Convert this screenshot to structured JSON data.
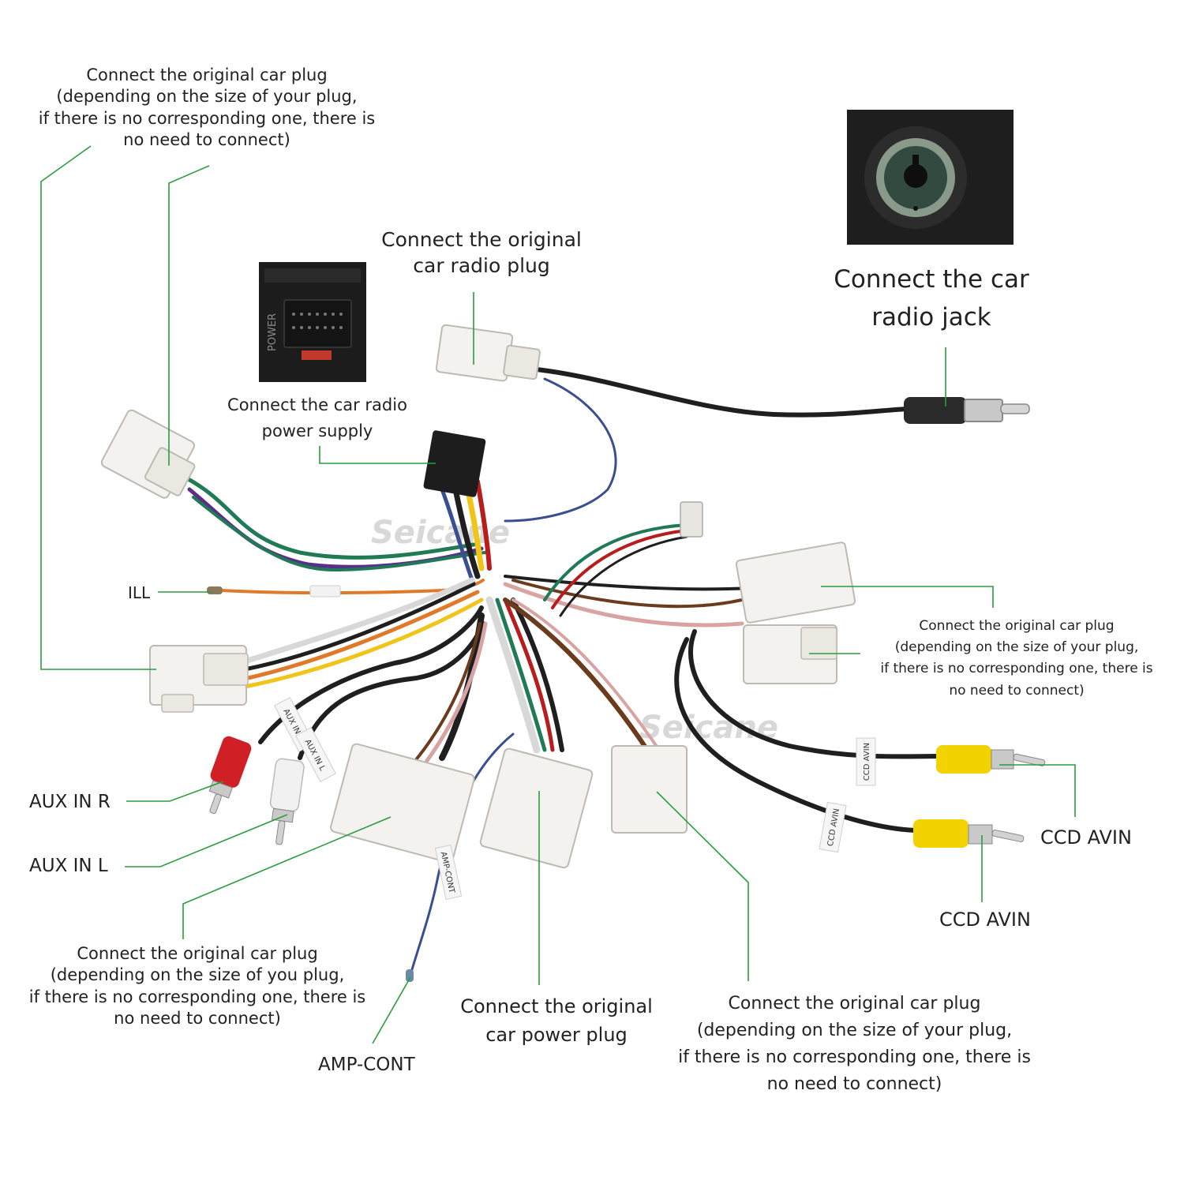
{
  "title": "",
  "watermark": "Seicane",
  "labels": {
    "top_left_plug": [
      "Connect the original car plug",
      "(depending on the size of your plug,",
      "if there is no corresponding one, there is",
      "no need to connect)"
    ],
    "radio_plug": [
      "Connect the original",
      "car radio plug"
    ],
    "radio_jack": [
      "Connect the car",
      "radio jack"
    ],
    "power_supply": [
      "Connect the car radio",
      "power supply"
    ],
    "ill": "ILL",
    "right_plug": [
      "Connect the original car plug",
      "(depending on the size of your plug,",
      "if there is no corresponding one, there is",
      "no need to connect)"
    ],
    "aux_r": "AUX IN R",
    "aux_l": "AUX IN L",
    "ccd_1": "CCD AVIN",
    "ccd_2": "CCD AVIN",
    "bottom_left_plug": [
      "Connect the original car plug",
      "(depending on the size of you plug,",
      "if there is no corresponding one, there is",
      "no need to connect)"
    ],
    "amp": "AMP-CONT",
    "power_plug": [
      "Connect the original",
      "car power plug"
    ],
    "bottom_right_plug": [
      "Connect the original car plug",
      "(depending on the size of your plug,",
      "if there is no corresponding one, there is",
      "no need to connect)"
    ]
  },
  "photo_text": {
    "power_port": "POWER"
  },
  "tags": {
    "aux_r_tag": "AUX IN R",
    "aux_l_tag": "AUX IN L",
    "amp_tag": "AMP-CONT",
    "ccd_tag_1": "CCD AVIN",
    "ccd_tag_2": "CCD AVIN"
  },
  "colors": {
    "leader_line": "#2a9d3e",
    "connector_white": "#f4f2ee",
    "rca_red": "#d11f26",
    "rca_yellow": "#f2d200",
    "wire_black": "#1f1f1f",
    "wire_orange": "#e07a2a",
    "wire_green": "#1f7a55",
    "wire_purple": "#5a2e8a",
    "wire_blue": "#3a4f8f",
    "wire_pink": "#d8a3a3",
    "wire_yellow": "#f0c419",
    "wire_red": "#b81c1c",
    "wire_brown": "#6b3b1e"
  }
}
